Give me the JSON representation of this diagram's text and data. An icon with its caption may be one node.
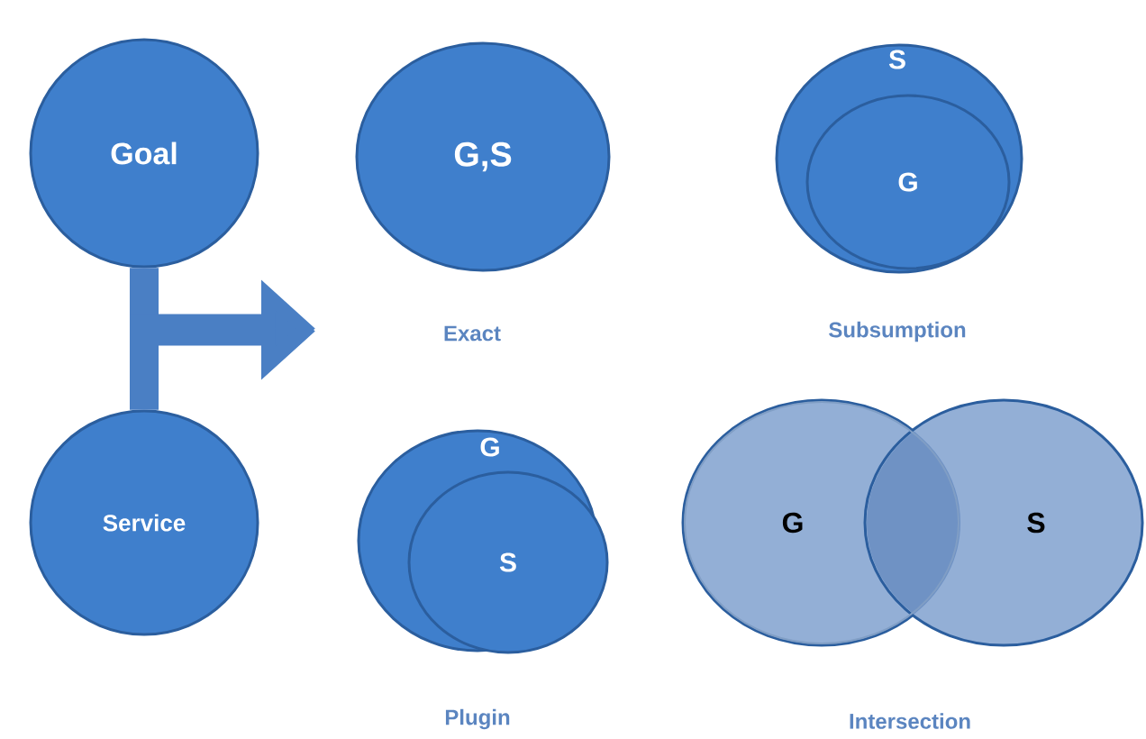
{
  "diagram": {
    "nodes": [
      {
        "text": [
          "Goal"
        ]
      },
      {
        "text": [
          "Service"
        ]
      },
      {
        "text": [
          "G,S"
        ],
        "beside": [
          "Exact"
        ]
      },
      {
        "text": [
          "S"
        ],
        "beside": [
          "Subsumption"
        ]
      },
      {
        "text": [
          "G"
        ],
        "in": 3
      },
      {
        "text": [
          "G"
        ],
        "beside": [
          "Plugin"
        ]
      },
      {
        "text": [
          "S"
        ],
        "in": 5
      },
      {
        "text": [
          "G"
        ]
      },
      {
        "text": [
          "S"
        ]
      }
    ],
    "edges": [
      {
        "from": 0,
        "to": 1,
        "arrow": "none"
      },
      {
        "from": 0,
        "to": null,
        "arrow": "to"
      },
      {
        "from": 1,
        "to": null,
        "arrow": "to"
      }
    ],
    "labels": [
      "Intersection"
    ]
  }
}
